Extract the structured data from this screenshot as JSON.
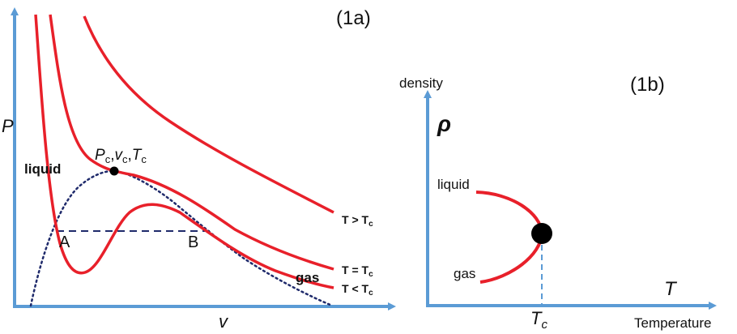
{
  "panel_a": {
    "label": "(1a)",
    "y_axis_label": "P",
    "x_axis_label": "v",
    "critical_point": {
      "p": "P",
      "p_sub": "c",
      "v": "v",
      "v_sub": "c",
      "t": "T",
      "t_sub": "c"
    },
    "label_liquid": "liquid",
    "label_gas": "gas",
    "point_a": "A",
    "point_b": "B",
    "isotherms": {
      "above": "T > T",
      "equal": "T = T",
      "below": "T < T",
      "sub": "c"
    }
  },
  "panel_b": {
    "label": "(1b)",
    "y_axis_title": "density",
    "y_axis_symbol": "ρ",
    "x_axis_symbol": "T",
    "x_axis_title": "Temperature",
    "label_liquid": "liquid",
    "label_gas": "gas",
    "tc": "T",
    "tc_sub": "c"
  },
  "colors": {
    "axis": "#5b9bd5",
    "curve": "#e8202a",
    "dome": "#1f2a6b",
    "point": "#000000"
  }
}
